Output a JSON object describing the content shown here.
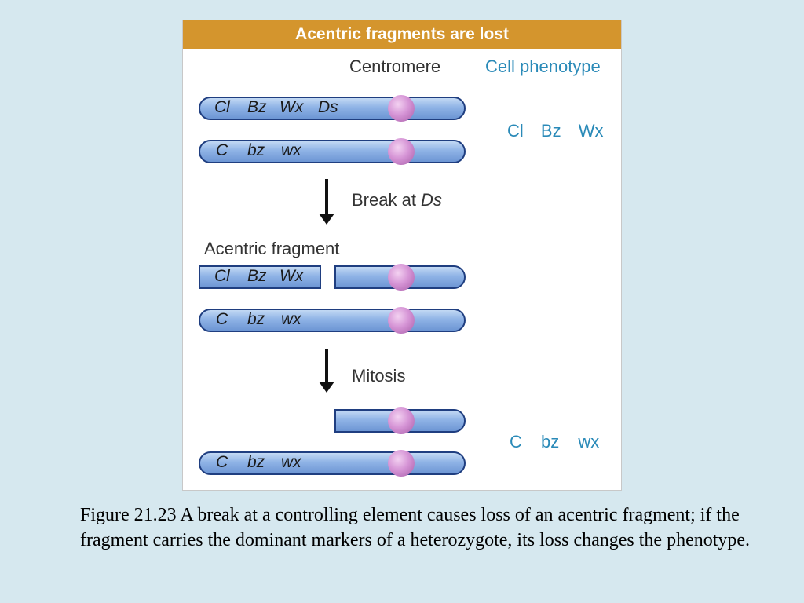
{
  "panel": {
    "title": "Acentric fragments are lost",
    "centromere_label": "Centromere",
    "phenotype_header": "Cell phenotype",
    "top_phenotype": [
      "Cl",
      "Bz",
      "Wx"
    ],
    "bottom_phenotype": [
      "C",
      "bz",
      "wx"
    ],
    "step1": {
      "label_prefix": "Break at ",
      "label_italic": "Ds"
    },
    "fragment_label": "Acentric fragment",
    "step2": {
      "label": "Mitosis"
    },
    "chromosomes": {
      "r1": [
        "Cl",
        "Bz",
        "Wx",
        "Ds"
      ],
      "r2": [
        "C",
        "bz",
        "wx"
      ],
      "r3": [
        "Cl",
        "Bz",
        "Wx"
      ],
      "r4": [
        "C",
        "bz",
        "wx"
      ],
      "r6": [
        "C",
        "bz",
        "wx"
      ]
    }
  },
  "caption": "Figure 21.23  A break at a controlling element causes loss of an acentric fragment; if the fragment carries the dominant markers of a heterozygote, its loss changes the phenotype.",
  "colors": {
    "title_bar": "#d4952d",
    "chromosome_fill": "#8fb3e6",
    "chromosome_outline": "#1f3e80",
    "centromere": "#d695d6",
    "phenotype_text": "#2a8ab8",
    "background": "#d6e8ef"
  }
}
